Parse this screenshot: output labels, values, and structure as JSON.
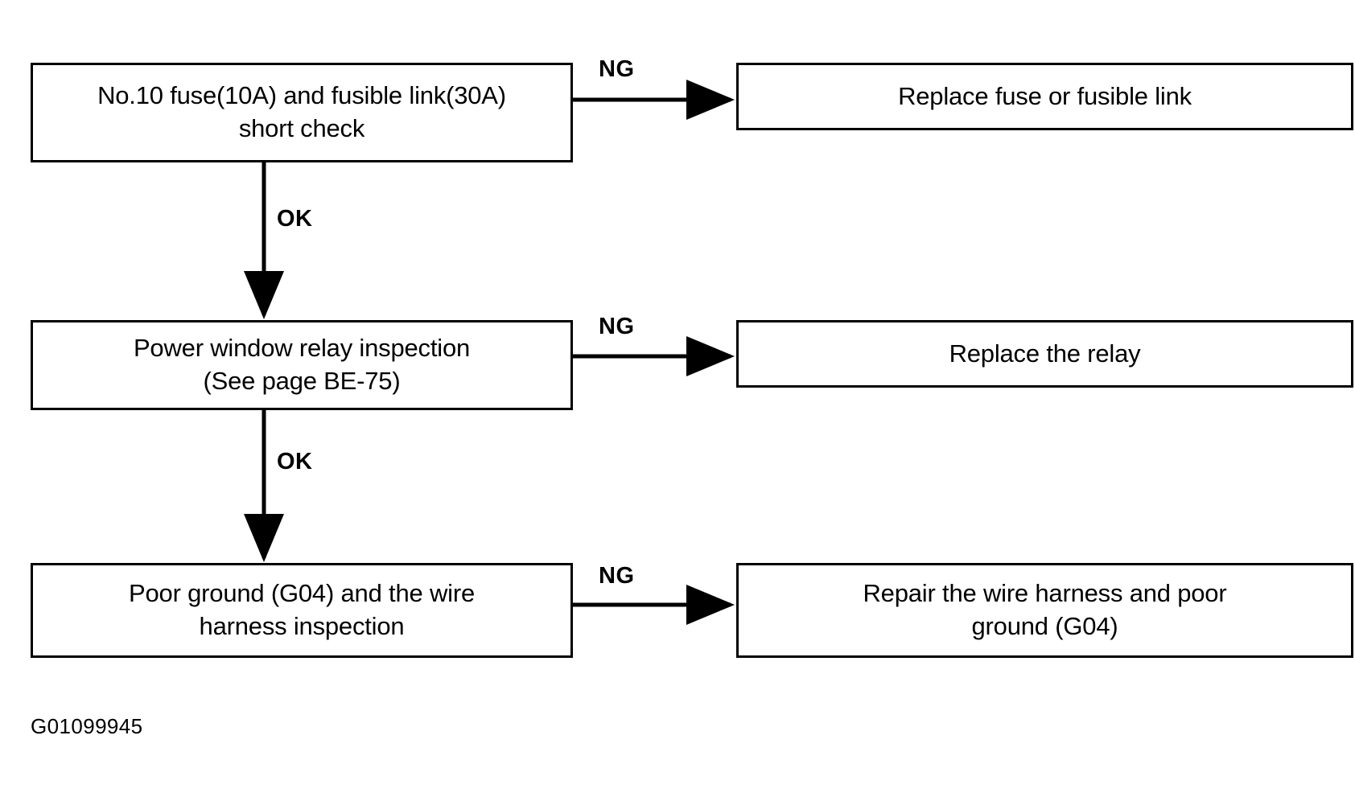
{
  "figure": {
    "id_label": "G01099945",
    "background_color": "#ffffff",
    "line_color": "#000000"
  },
  "nodes": {
    "fuse_check": "No.10 fuse(10A) and fusible link(30A)\nshort check",
    "relay_check": "Power window relay inspection\n(See page BE-75)",
    "ground_check": "Poor ground (G04) and the wire\nharness inspection",
    "replace_fuse": "Replace fuse or fusible link",
    "replace_relay": "Replace the relay",
    "repair_harness": "Repair the wire harness and poor\nground (G04)"
  },
  "edges": {
    "ng_1": "NG",
    "ng_2": "NG",
    "ng_3": "NG",
    "ok_1": "OK",
    "ok_2": "OK"
  }
}
